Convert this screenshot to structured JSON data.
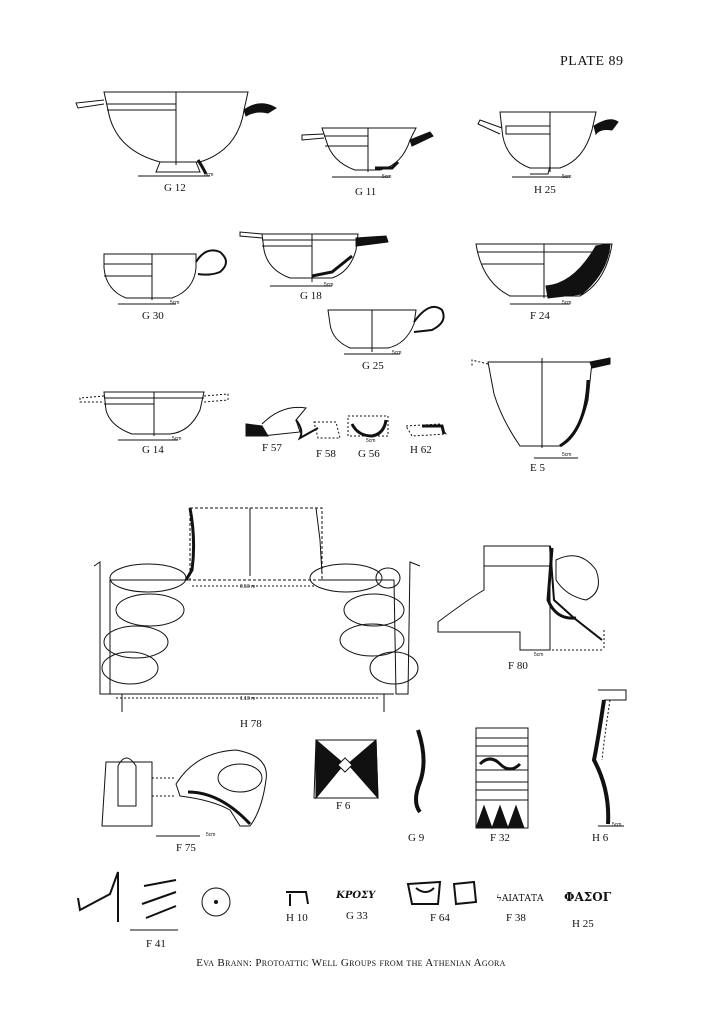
{
  "plate_title": "PLATE 89",
  "labels": {
    "g12": "G 12",
    "g11": "G 11",
    "h25a": "H 25",
    "g30": "G 30",
    "g18": "G 18",
    "f24": "F 24",
    "g25": "G 25",
    "g14": "G 14",
    "f57": "F 57",
    "f58": "F 58",
    "g56": "G 56",
    "h62": "H 62",
    "e5": "E 5",
    "h78": "H 78",
    "f80": "F 80",
    "f75": "F 75",
    "f6": "F 6",
    "g9": "G 9",
    "f32": "F 32",
    "h6": "H 6",
    "f41": "F 41",
    "h10": "H 10",
    "g33": "G 33",
    "f64": "F 64",
    "f38": "F 38",
    "h25b": "H 25"
  },
  "scale_label": "5cm",
  "dimensions": {
    "upper": "0.56 m",
    "lower": "1.10 m"
  },
  "inscriptions": {
    "g33": "ΚΡΟΣΥ",
    "f38": "ϟΑΙΑΤΑΤΑ",
    "h25": "ΦΑΣΟΓ"
  },
  "footer": "Eva Brann: Protoattic Well Groups from the Athenian Agora"
}
